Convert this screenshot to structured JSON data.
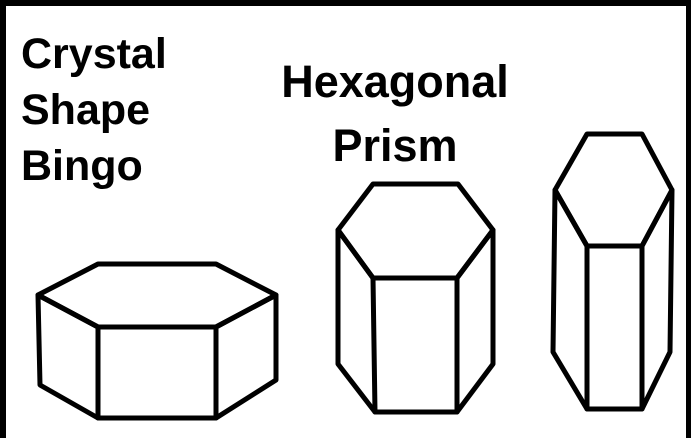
{
  "title": {
    "line1": "Crystal",
    "line2": "Shape",
    "line3": "Bingo"
  },
  "shape_name": {
    "line1": "Hexagonal",
    "line2": "Prism"
  }
}
